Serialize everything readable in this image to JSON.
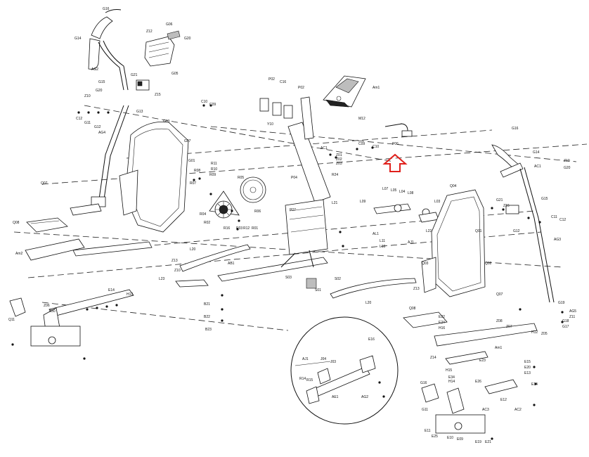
{
  "labels": {
    "g16_l": "G16",
    "g14_l": "G14",
    "ag2": "AG2",
    "g15_l": "G15",
    "g20_l": "G20",
    "g21_l": "G21",
    "z10_a": "Z10",
    "z12_a": "Z12",
    "z15_a": "Z15",
    "g06": "G06",
    "g20_a": "G20",
    "g05": "G05",
    "g13": "G13",
    "g12_l": "G12",
    "g11_l": "G11",
    "ag4": "AG4",
    "c12_l": "C12",
    "c10": "C10",
    "c09": "C09",
    "g03": "G03",
    "g07_a": "G07",
    "g01_l": "G01",
    "p02_a": "P02",
    "c16": "C16",
    "p02_b": "P02",
    "am1": "Am1",
    "m12": "M12",
    "y10": "Y10",
    "p06": "P06",
    "ac1": "AC1",
    "c09_b": "C09",
    "c10_b": "C10",
    "z01_a": "Z01",
    "z02_a": "Z02",
    "z03_a": "Z03",
    "r11": "R11",
    "r10": "R10",
    "r09": "R09",
    "r08_a": "R08",
    "r07": "R07",
    "r06_a": "R06",
    "r05": "R05",
    "q07_a": "Q07",
    "q08": "Q08",
    "am2": "Am2",
    "r04": "R04",
    "r02": "R02",
    "r16": "R16",
    "r03": "R03",
    "r12": "R12",
    "r01": "R01",
    "p04": "P04",
    "r24": "R24",
    "l21": "L21",
    "p07": "P07",
    "l20_a": "L20",
    "z13_a": "Z13",
    "z10_b": "Z10",
    "l23": "L23",
    "ab1": "AB1",
    "s03": "S03",
    "s02": "S02",
    "s01": "S01",
    "b21": "B21",
    "b22": "B22",
    "b23": "B23",
    "l07": "L07",
    "l05": "L05",
    "l04": "L04",
    "l08": "L08",
    "l09": "L09",
    "l03": "L03",
    "l22": "L22",
    "al1": "AL1",
    "l11": "L11",
    "l10": "L10",
    "aj1": "AJ1",
    "l20_b": "L20",
    "z13_b": "Z13",
    "q04": "Q04",
    "q01_r": "Q01",
    "q02": "Q02",
    "q03": "Q03",
    "q07_r": "Q07",
    "g16_r": "G16",
    "g14_r": "G14",
    "ac1_r": "AC1",
    "z10_r": "Z10",
    "g20_r": "G20",
    "g21_r": "G21",
    "g15_r": "G15",
    "z16": "Z16",
    "g12_r": "G12",
    "c11_r": "C11",
    "c12_r": "C12",
    "ag3": "AG3",
    "g19": "G19",
    "ag5": "AG5",
    "g18": "G18",
    "g17": "G17",
    "z11": "Z11",
    "q08_r": "Q08",
    "e22": "E22",
    "e24": "E24",
    "h16": "H16",
    "z05": "Z05",
    "h12": "H12",
    "z07": "Z07",
    "z08": "Z08",
    "am1_r": "Am1",
    "z14": "Z14",
    "e23": "E23",
    "h15": "H15",
    "e34": "E34",
    "h14": "H14",
    "e26": "E26",
    "g16_b": "G16",
    "g11_b": "G11",
    "e12": "E12",
    "ac3": "AC3",
    "ac2": "AC2",
    "e15": "E15",
    "e20": "E20",
    "e13": "E13",
    "e14": "E14",
    "e11": "E11",
    "e25": "E25",
    "e10": "E10",
    "e09": "E09",
    "e19": "E19",
    "e21": "E21",
    "ae1": "AE1",
    "j04": "J04",
    "j03": "J03",
    "r14": "R14",
    "r15": "R15",
    "aj1_c": "AJ1",
    "ag2_c": "AG2",
    "e16": "E16",
    "q11": "Q11",
    "z06": "Z06",
    "z30": "Z30",
    "e14_l": "E14",
    "h13": "H13"
  },
  "callout_arrow_color": "#e0201c",
  "line_color": "#111111"
}
